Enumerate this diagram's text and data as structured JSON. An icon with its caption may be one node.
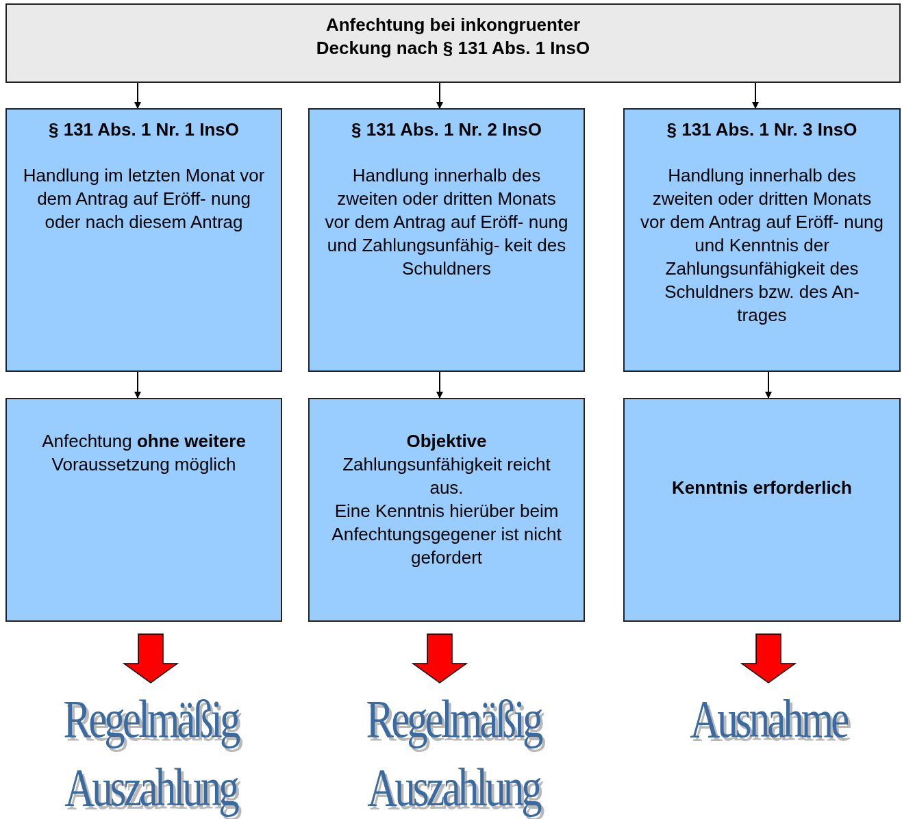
{
  "diagram": {
    "nodes": [
      {
        "text": [
          "Anfechtung bei inkongruenter Deckung nach § 131 Abs. 1 InsO"
        ]
      },
      {
        "text": [
          "§ 131 Abs. 1 Nr. 1 InsO",
          "Handlung im letzten Monat vor dem Antrag auf Eröff- nung oder nach diesem Antrag"
        ]
      },
      {
        "text": [
          "§ 131 Abs. 1 Nr. 2 InsO",
          "Handlung innerhalb des zweiten oder dritten Monats vor dem Antrag auf Eröff- nung und Zahlungsunfähig- keit des Schuldners"
        ]
      },
      {
        "text": [
          "§ 131 Abs. 1 Nr. 3 InsO",
          "Handlung innerhalb des zweiten oder dritten Monats vor dem Antrag auf Eröff- nung und Kenntnis der Zahlungsunfähigkeit des Schuldners bzw. des An- trages"
        ]
      },
      {
        "text": [
          "Anfechtung **ohne weitere** Voraussetzung möglich"
        ]
      },
      {
        "text": [
          "**Objektive** Zahlungsunfähigkeit reicht aus.",
          "Eine Kenntnis hierüber beim Anfechtungsgegener ist nicht gefordert"
        ]
      },
      {
        "text": [
          "Kenntnis erforderlich"
        ]
      },
      {
        "text": [
          "Regelmäßig Auszahlung"
        ]
      },
      {
        "text": [
          "Regelmäßig Auszahlung"
        ]
      },
      {
        "text": [
          "Ausnahme"
        ]
      }
    ],
    "edges": [
      {
        "from": 0,
        "to": 1,
        "arrow": "to"
      },
      {
        "from": 0,
        "to": 2,
        "arrow": "to"
      },
      {
        "from": 0,
        "to": 3,
        "arrow": "to"
      },
      {
        "from": 1,
        "to": 4,
        "arrow": "to"
      },
      {
        "from": 2,
        "to": 5,
        "arrow": "to"
      },
      {
        "from": 3,
        "to": 6,
        "arrow": "to"
      },
      {
        "from": 4,
        "to": 7,
        "arrow": "to",
        "style": "thick",
        "color": "#ff0000"
      },
      {
        "from": 5,
        "to": 8,
        "arrow": "to",
        "style": "thick",
        "color": "#ff0000"
      },
      {
        "from": 6,
        "to": 9,
        "arrow": "to",
        "style": "thick",
        "color": "#ff0000"
      }
    ]
  }
}
